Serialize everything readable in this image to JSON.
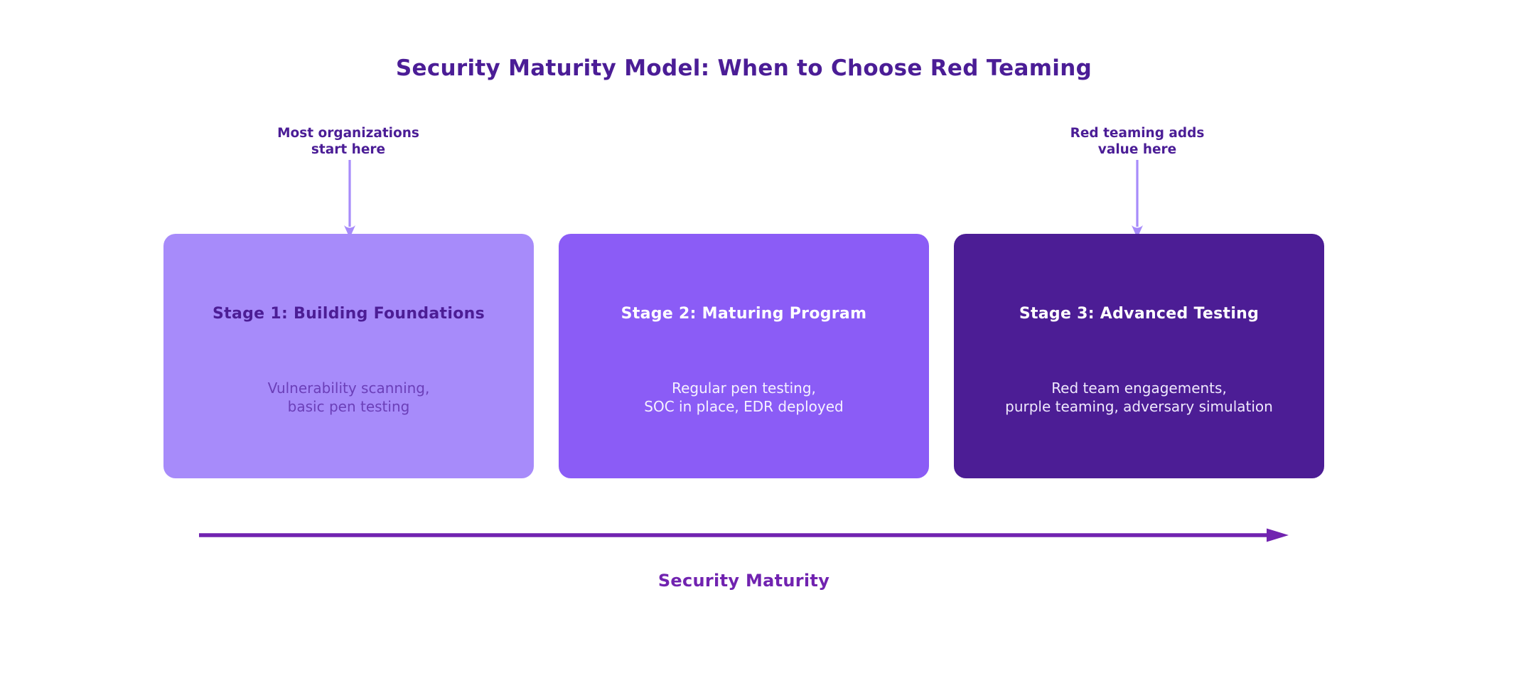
{
  "title": "Security Maturity Model: When to Choose Red Teaming",
  "annotations": {
    "left": {
      "line1": "Most organizations",
      "line2": "start here"
    },
    "right": {
      "line1": "Red teaming adds",
      "line2": "value here"
    }
  },
  "stages": [
    {
      "heading": "Stage 1: Building Foundations",
      "line1": "Vulnerability scanning,",
      "line2": "basic pen testing"
    },
    {
      "heading": "Stage 2: Maturing Program",
      "line1": "Regular pen testing,",
      "line2": "SOC in place, EDR deployed"
    },
    {
      "heading": "Stage 3: Advanced Testing",
      "line1": "Red team engagements,",
      "line2": "purple teaming, adversary simulation"
    }
  ],
  "axis": {
    "label": "Security Maturity"
  },
  "colors": {
    "title_text": "#4B1D96",
    "annotation_text": "#4B1D96",
    "annotation_arrow": "#A78BFA",
    "axis_arrow": "#7123B0",
    "axis_label": "#7123B0",
    "stage1_bg": "#A78BFA",
    "stage1_heading": "#4C1D95",
    "stage1_body": "#6B3FB8",
    "stage2_bg": "#8B5CF6",
    "stage2_heading": "#FFFFFF",
    "stage2_body": "#F6F2FF",
    "stage3_bg": "#4C1D95",
    "stage3_heading": "#FFFFFF",
    "stage3_body": "#EFE9FD",
    "page_bg": "#FFFFFF"
  }
}
